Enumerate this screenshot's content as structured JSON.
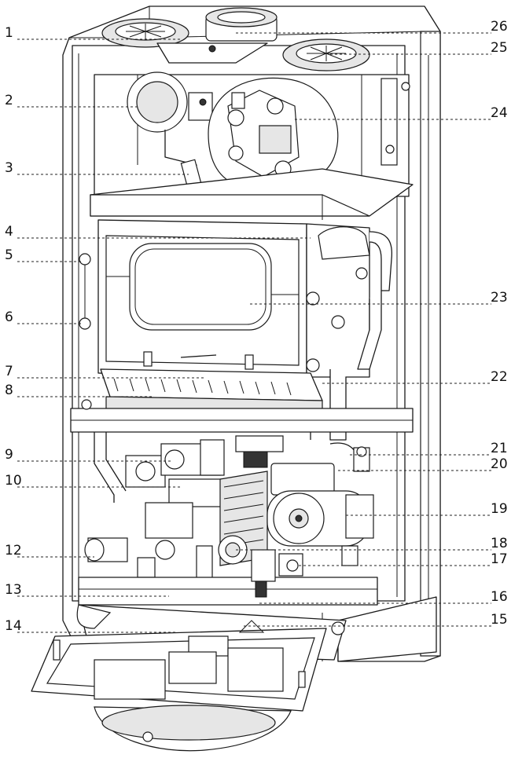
{
  "labels": {
    "left": [
      {
        "id": "1",
        "text": "1"
      },
      {
        "id": "2",
        "text": "2"
      },
      {
        "id": "3",
        "text": "3"
      },
      {
        "id": "4",
        "text": "4"
      },
      {
        "id": "5",
        "text": "5"
      },
      {
        "id": "6",
        "text": "6"
      },
      {
        "id": "7",
        "text": "7"
      },
      {
        "id": "8",
        "text": "8"
      },
      {
        "id": "9",
        "text": "9"
      },
      {
        "id": "10",
        "text": "10"
      },
      {
        "id": "12",
        "text": "12"
      },
      {
        "id": "13",
        "text": "13"
      },
      {
        "id": "14",
        "text": "14"
      }
    ],
    "right": [
      {
        "id": "26",
        "text": "26"
      },
      {
        "id": "25",
        "text": "25"
      },
      {
        "id": "24",
        "text": "24"
      },
      {
        "id": "23",
        "text": "23"
      },
      {
        "id": "22",
        "text": "22"
      },
      {
        "id": "21",
        "text": "21"
      },
      {
        "id": "20",
        "text": "20"
      },
      {
        "id": "19",
        "text": "19"
      },
      {
        "id": "18",
        "text": "18"
      },
      {
        "id": "17",
        "text": "17"
      },
      {
        "id": "16",
        "text": "16"
      },
      {
        "id": "15",
        "text": "15"
      }
    ]
  }
}
